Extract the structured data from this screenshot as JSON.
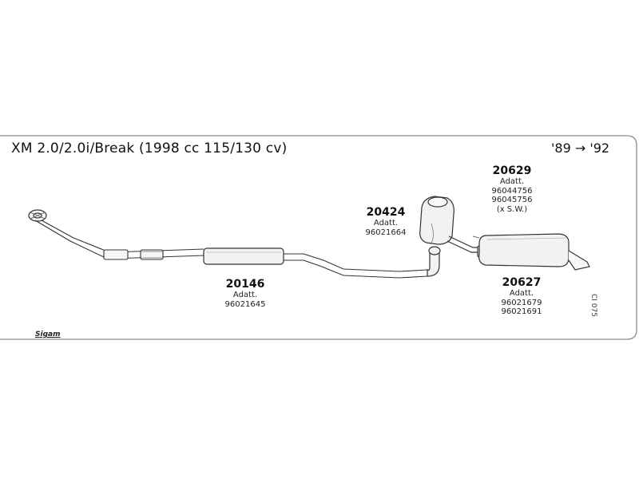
{
  "header": {
    "title": "XM 2.0/2.0i/Break (1998 cc 115/130 cv)",
    "years": "'89 → '92"
  },
  "parts": [
    {
      "code": "20629",
      "lines": [
        "Adatt.",
        "96044756",
        "96045756",
        "(x S.W.)"
      ]
    },
    {
      "code": "20424",
      "lines": [
        "Adatt.",
        "96021664"
      ]
    },
    {
      "code": "20146",
      "lines": [
        "Adatt.",
        "96021645"
      ]
    },
    {
      "code": "20627",
      "lines": [
        "Adatt.",
        "96021679",
        "96021691"
      ]
    }
  ],
  "diagram_code": "CI 075",
  "brand": "Sigam"
}
